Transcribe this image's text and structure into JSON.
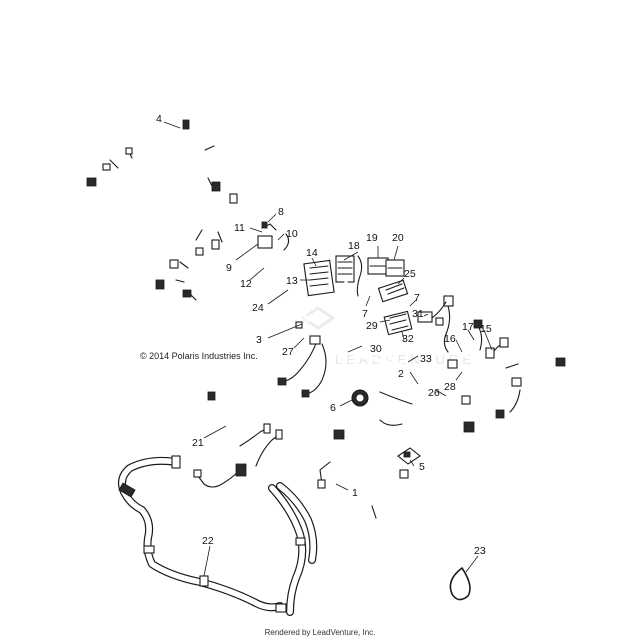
{
  "diagram": {
    "callouts": {
      "c1": "1",
      "c2": "2",
      "c3": "3",
      "c4": "4",
      "c5": "5",
      "c6": "6",
      "c7a": "7",
      "c7b": "7",
      "c8": "8",
      "c9": "9",
      "c10": "10",
      "c11": "11",
      "c12": "12",
      "c13": "13",
      "c14": "14",
      "c15": "15",
      "c16": "16",
      "c17": "17",
      "c18": "18",
      "c19": "19",
      "c20": "20",
      "c21": "21",
      "c22": "22",
      "c23": "23",
      "c24": "24",
      "c25": "25",
      "c26": "26",
      "c27": "27",
      "c28": "28",
      "c29": "29",
      "c30": "30",
      "c31": "31",
      "c32": "32",
      "c33": "33"
    },
    "copyright": "© 2014 Polaris Industries Inc.",
    "watermark": "LEADVENTURE",
    "footer": "Rendered by LeadVenture, Inc."
  }
}
